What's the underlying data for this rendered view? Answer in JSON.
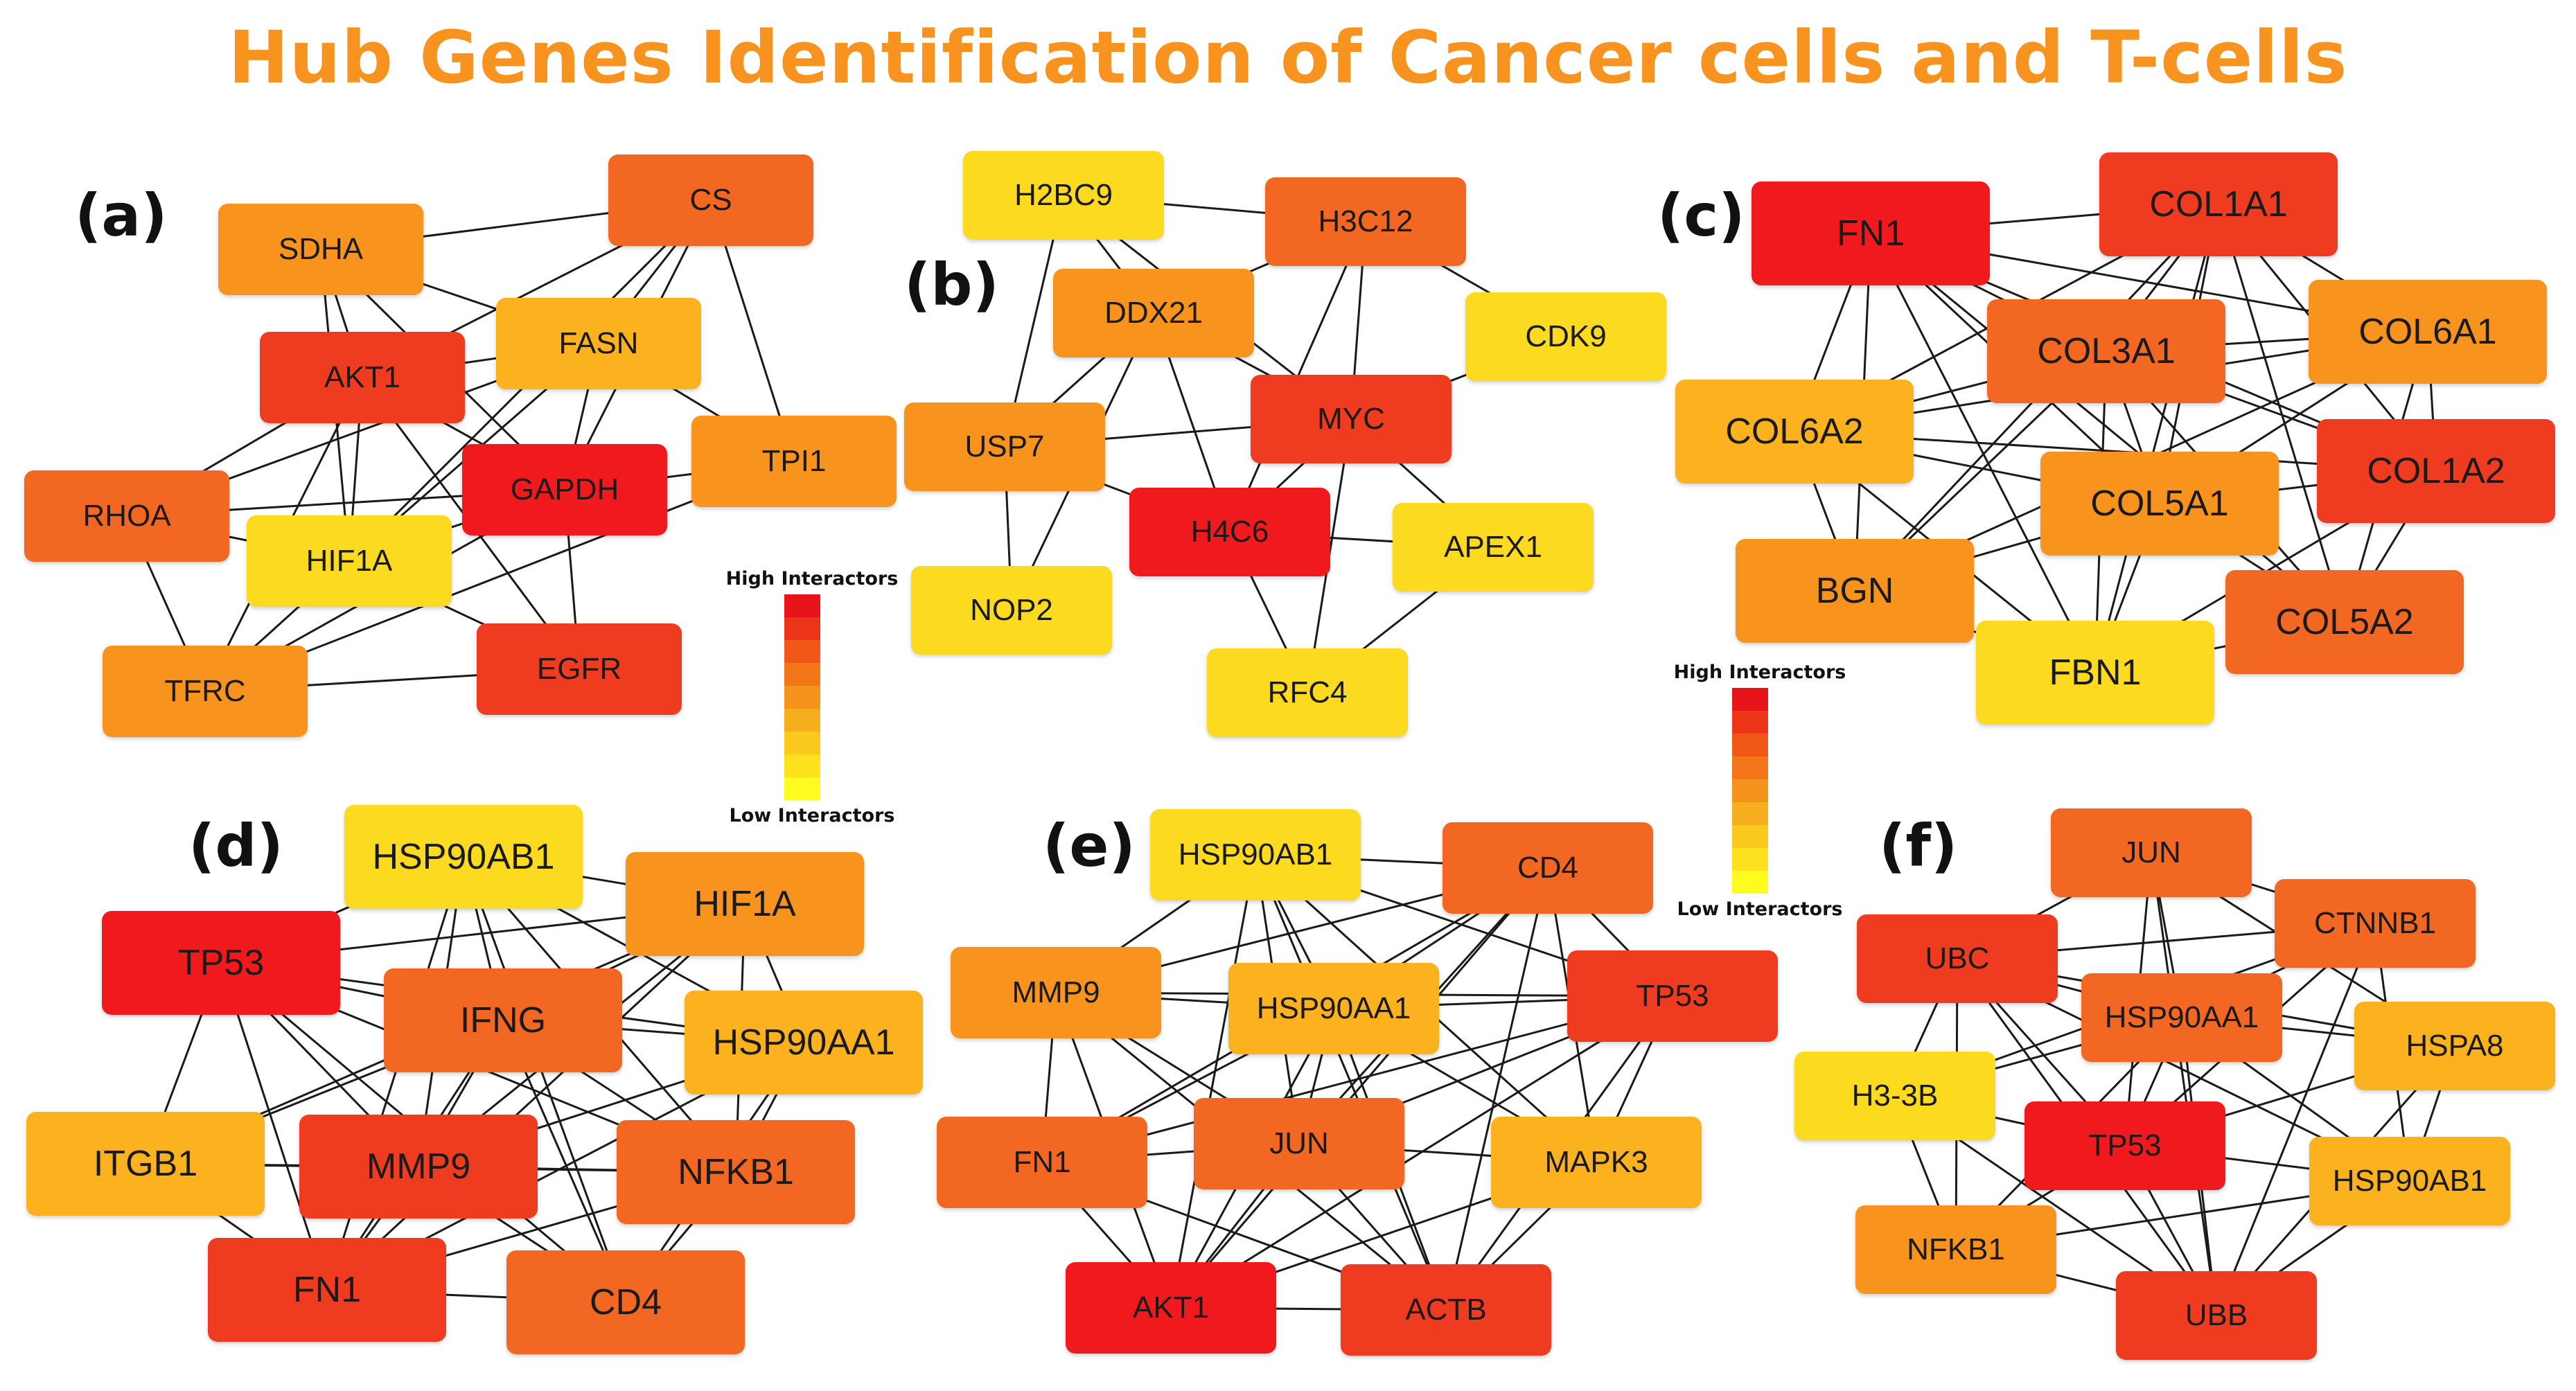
{
  "title": "Hub Genes Identification of Cancer cells and T-cells",
  "legend": {
    "high": "High Interactors",
    "low": "Low Interactors",
    "scale": [
      "#e8141b",
      "#ec3418",
      "#f15717",
      "#f37619",
      "#f5941c",
      "#f7ae1e",
      "#fbc81e",
      "#fde11f",
      "#fffb1f"
    ]
  },
  "colors": {
    "red": "#f01a1e",
    "redorange": "#ef3c20",
    "orange": "#f26722",
    "lightorange": "#f8931e",
    "amber": "#fbb21e",
    "yellow": "#fcda1f"
  },
  "panels": [
    {
      "label": "(a)",
      "nodes": [
        {
          "id": "CS",
          "label": "CS",
          "color": "orange"
        },
        {
          "id": "SDHA",
          "label": "SDHA",
          "color": "lightorange"
        },
        {
          "id": "FASN",
          "label": "FASN",
          "color": "amber"
        },
        {
          "id": "AKT1",
          "label": "AKT1",
          "color": "redorange"
        },
        {
          "id": "TPI1",
          "label": "TPI1",
          "color": "lightorange"
        },
        {
          "id": "GAPDH",
          "label": "GAPDH",
          "color": "red"
        },
        {
          "id": "RHOA",
          "label": "RHOA",
          "color": "orange"
        },
        {
          "id": "HIF1A",
          "label": "HIF1A",
          "color": "yellow"
        },
        {
          "id": "TFRC",
          "label": "TFRC",
          "color": "lightorange"
        },
        {
          "id": "EGFR",
          "label": "EGFR",
          "color": "redorange"
        }
      ],
      "edges": [
        [
          "CS",
          "SDHA"
        ],
        [
          "CS",
          "FASN"
        ],
        [
          "CS",
          "AKT1"
        ],
        [
          "CS",
          "TPI1"
        ],
        [
          "CS",
          "HIF1A"
        ],
        [
          "CS",
          "GAPDH"
        ],
        [
          "SDHA",
          "FASN"
        ],
        [
          "SDHA",
          "AKT1"
        ],
        [
          "SDHA",
          "GAPDH"
        ],
        [
          "SDHA",
          "HIF1A"
        ],
        [
          "FASN",
          "AKT1"
        ],
        [
          "FASN",
          "TPI1"
        ],
        [
          "FASN",
          "GAPDH"
        ],
        [
          "FASN",
          "HIF1A"
        ],
        [
          "FASN",
          "RHOA"
        ],
        [
          "AKT1",
          "GAPDH"
        ],
        [
          "AKT1",
          "RHOA"
        ],
        [
          "AKT1",
          "HIF1A"
        ],
        [
          "AKT1",
          "TFRC"
        ],
        [
          "AKT1",
          "EGFR"
        ],
        [
          "TPI1",
          "GAPDH"
        ],
        [
          "TPI1",
          "TFRC"
        ],
        [
          "GAPDH",
          "RHOA"
        ],
        [
          "GAPDH",
          "HIF1A"
        ],
        [
          "GAPDH",
          "EGFR"
        ],
        [
          "GAPDH",
          "TFRC"
        ],
        [
          "RHOA",
          "HIF1A"
        ],
        [
          "RHOA",
          "TFRC"
        ],
        [
          "HIF1A",
          "TFRC"
        ],
        [
          "HIF1A",
          "EGFR"
        ],
        [
          "TFRC",
          "EGFR"
        ]
      ]
    },
    {
      "label": "(b)",
      "nodes": [
        {
          "id": "H2BC9",
          "label": "H2BC9",
          "color": "yellow"
        },
        {
          "id": "H3C12",
          "label": "H3C12",
          "color": "orange"
        },
        {
          "id": "DDX21",
          "label": "DDX21",
          "color": "lightorange"
        },
        {
          "id": "CDK9",
          "label": "CDK9",
          "color": "yellow"
        },
        {
          "id": "USP7",
          "label": "USP7",
          "color": "lightorange"
        },
        {
          "id": "MYC",
          "label": "MYC",
          "color": "redorange"
        },
        {
          "id": "H4C6",
          "label": "H4C6",
          "color": "red"
        },
        {
          "id": "APEX1",
          "label": "APEX1",
          "color": "yellow"
        },
        {
          "id": "NOP2",
          "label": "NOP2",
          "color": "yellow"
        },
        {
          "id": "RFC4",
          "label": "RFC4",
          "color": "yellow"
        }
      ],
      "edges": [
        [
          "H2BC9",
          "H3C12"
        ],
        [
          "H2BC9",
          "DDX21"
        ],
        [
          "H2BC9",
          "USP7"
        ],
        [
          "H2BC9",
          "MYC"
        ],
        [
          "H3C12",
          "DDX21"
        ],
        [
          "H3C12",
          "MYC"
        ],
        [
          "H3C12",
          "H4C6"
        ],
        [
          "H3C12",
          "CDK9"
        ],
        [
          "DDX21",
          "USP7"
        ],
        [
          "DDX21",
          "MYC"
        ],
        [
          "DDX21",
          "H4C6"
        ],
        [
          "DDX21",
          "NOP2"
        ],
        [
          "CDK9",
          "MYC"
        ],
        [
          "USP7",
          "MYC"
        ],
        [
          "USP7",
          "H4C6"
        ],
        [
          "MYC",
          "H4C6"
        ],
        [
          "MYC",
          "APEX1"
        ],
        [
          "MYC",
          "RFC4"
        ],
        [
          "H4C6",
          "APEX1"
        ],
        [
          "H4C6",
          "RFC4"
        ],
        [
          "APEX1",
          "RFC4"
        ],
        [
          "NOP2",
          "USP7"
        ]
      ]
    },
    {
      "label": "(c)",
      "nodes": [
        {
          "id": "FN1",
          "label": "FN1",
          "color": "red"
        },
        {
          "id": "COL1A1",
          "label": "COL1A1",
          "color": "redorange"
        },
        {
          "id": "COL3A1",
          "label": "COL3A1",
          "color": "orange"
        },
        {
          "id": "COL6A1",
          "label": "COL6A1",
          "color": "lightorange"
        },
        {
          "id": "COL6A2",
          "label": "COL6A2",
          "color": "amber"
        },
        {
          "id": "COL1A2",
          "label": "COL1A2",
          "color": "redorange"
        },
        {
          "id": "COL5A1",
          "label": "COL5A1",
          "color": "lightorange"
        },
        {
          "id": "BGN",
          "label": "BGN",
          "color": "lightorange"
        },
        {
          "id": "COL5A2",
          "label": "COL5A2",
          "color": "orange"
        },
        {
          "id": "FBN1",
          "label": "FBN1",
          "color": "yellow"
        }
      ],
      "edges": [
        [
          "FN1",
          "COL1A1"
        ],
        [
          "FN1",
          "COL3A1"
        ],
        [
          "FN1",
          "COL6A1"
        ],
        [
          "FN1",
          "COL6A2"
        ],
        [
          "FN1",
          "COL1A2"
        ],
        [
          "FN1",
          "COL5A1"
        ],
        [
          "FN1",
          "BGN"
        ],
        [
          "FN1",
          "COL5A2"
        ],
        [
          "FN1",
          "FBN1"
        ],
        [
          "COL1A1",
          "COL3A1"
        ],
        [
          "COL1A1",
          "COL6A1"
        ],
        [
          "COL1A1",
          "COL6A2"
        ],
        [
          "COL1A1",
          "COL1A2"
        ],
        [
          "COL1A1",
          "COL5A1"
        ],
        [
          "COL1A1",
          "BGN"
        ],
        [
          "COL1A1",
          "COL5A2"
        ],
        [
          "COL1A1",
          "FBN1"
        ],
        [
          "COL3A1",
          "COL6A1"
        ],
        [
          "COL3A1",
          "COL6A2"
        ],
        [
          "COL3A1",
          "COL1A2"
        ],
        [
          "COL3A1",
          "COL5A1"
        ],
        [
          "COL3A1",
          "BGN"
        ],
        [
          "COL3A1",
          "COL5A2"
        ],
        [
          "COL3A1",
          "FBN1"
        ],
        [
          "COL6A1",
          "COL6A2"
        ],
        [
          "COL6A1",
          "COL1A2"
        ],
        [
          "COL6A1",
          "COL5A1"
        ],
        [
          "COL6A1",
          "BGN"
        ],
        [
          "COL6A1",
          "COL5A2"
        ],
        [
          "COL6A2",
          "COL1A2"
        ],
        [
          "COL6A2",
          "COL5A1"
        ],
        [
          "COL6A2",
          "BGN"
        ],
        [
          "COL6A2",
          "FBN1"
        ],
        [
          "COL1A2",
          "COL5A1"
        ],
        [
          "COL1A2",
          "COL5A2"
        ],
        [
          "COL1A2",
          "FBN1"
        ],
        [
          "COL5A1",
          "BGN"
        ],
        [
          "COL5A1",
          "COL5A2"
        ],
        [
          "COL5A1",
          "FBN1"
        ],
        [
          "BGN",
          "FBN1"
        ],
        [
          "COL5A2",
          "FBN1"
        ]
      ]
    },
    {
      "label": "(d)",
      "nodes": [
        {
          "id": "HSP90AB1",
          "label": "HSP90AB1",
          "color": "yellow"
        },
        {
          "id": "HIF1A",
          "label": "HIF1A",
          "color": "lightorange"
        },
        {
          "id": "TP53",
          "label": "TP53",
          "color": "red"
        },
        {
          "id": "IFNG",
          "label": "IFNG",
          "color": "orange"
        },
        {
          "id": "HSP90AA1",
          "label": "HSP90AA1",
          "color": "amber"
        },
        {
          "id": "ITGB1",
          "label": "ITGB1",
          "color": "amber"
        },
        {
          "id": "MMP9",
          "label": "MMP9",
          "color": "redorange"
        },
        {
          "id": "NFKB1",
          "label": "NFKB1",
          "color": "orange"
        },
        {
          "id": "FN1",
          "label": "FN1",
          "color": "redorange"
        },
        {
          "id": "CD4",
          "label": "CD4",
          "color": "orange"
        }
      ],
      "edges": [
        [
          "HSP90AB1",
          "HIF1A"
        ],
        [
          "HSP90AB1",
          "TP53"
        ],
        [
          "HSP90AB1",
          "IFNG"
        ],
        [
          "HSP90AB1",
          "HSP90AA1"
        ],
        [
          "HSP90AB1",
          "MMP9"
        ],
        [
          "HSP90AB1",
          "NFKB1"
        ],
        [
          "HSP90AB1",
          "FN1"
        ],
        [
          "HSP90AB1",
          "CD4"
        ],
        [
          "HIF1A",
          "TP53"
        ],
        [
          "HIF1A",
          "IFNG"
        ],
        [
          "HIF1A",
          "HSP90AA1"
        ],
        [
          "HIF1A",
          "MMP9"
        ],
        [
          "HIF1A",
          "NFKB1"
        ],
        [
          "HIF1A",
          "FN1"
        ],
        [
          "HIF1A",
          "ITGB1"
        ],
        [
          "TP53",
          "IFNG"
        ],
        [
          "TP53",
          "HSP90AA1"
        ],
        [
          "TP53",
          "ITGB1"
        ],
        [
          "TP53",
          "MMP9"
        ],
        [
          "TP53",
          "NFKB1"
        ],
        [
          "TP53",
          "FN1"
        ],
        [
          "TP53",
          "CD4"
        ],
        [
          "IFNG",
          "HSP90AA1"
        ],
        [
          "IFNG",
          "ITGB1"
        ],
        [
          "IFNG",
          "MMP9"
        ],
        [
          "IFNG",
          "NFKB1"
        ],
        [
          "IFNG",
          "FN1"
        ],
        [
          "IFNG",
          "CD4"
        ],
        [
          "HSP90AA1",
          "MMP9"
        ],
        [
          "HSP90AA1",
          "NFKB1"
        ],
        [
          "HSP90AA1",
          "FN1"
        ],
        [
          "HSP90AA1",
          "CD4"
        ],
        [
          "ITGB1",
          "MMP9"
        ],
        [
          "ITGB1",
          "FN1"
        ],
        [
          "ITGB1",
          "NFKB1"
        ],
        [
          "MMP9",
          "NFKB1"
        ],
        [
          "MMP9",
          "FN1"
        ],
        [
          "MMP9",
          "CD4"
        ],
        [
          "NFKB1",
          "FN1"
        ],
        [
          "NFKB1",
          "CD4"
        ],
        [
          "FN1",
          "CD4"
        ]
      ]
    },
    {
      "label": "(e)",
      "nodes": [
        {
          "id": "HSP90AB1",
          "label": "HSP90AB1",
          "color": "yellow"
        },
        {
          "id": "CD4",
          "label": "CD4",
          "color": "orange"
        },
        {
          "id": "MMP9",
          "label": "MMP9",
          "color": "lightorange"
        },
        {
          "id": "HSP90AA1",
          "label": "HSP90AA1",
          "color": "amber"
        },
        {
          "id": "TP53",
          "label": "TP53",
          "color": "redorange"
        },
        {
          "id": "FN1",
          "label": "FN1",
          "color": "orange"
        },
        {
          "id": "JUN",
          "label": "JUN",
          "color": "orange"
        },
        {
          "id": "MAPK3",
          "label": "MAPK3",
          "color": "amber"
        },
        {
          "id": "AKT1",
          "label": "AKT1",
          "color": "red"
        },
        {
          "id": "ACTB",
          "label": "ACTB",
          "color": "redorange"
        }
      ],
      "edges": [
        [
          "HSP90AB1",
          "CD4"
        ],
        [
          "HSP90AB1",
          "MMP9"
        ],
        [
          "HSP90AB1",
          "HSP90AA1"
        ],
        [
          "HSP90AB1",
          "TP53"
        ],
        [
          "HSP90AB1",
          "JUN"
        ],
        [
          "HSP90AB1",
          "AKT1"
        ],
        [
          "HSP90AB1",
          "ACTB"
        ],
        [
          "HSP90AB1",
          "MAPK3"
        ],
        [
          "CD4",
          "MMP9"
        ],
        [
          "CD4",
          "HSP90AA1"
        ],
        [
          "CD4",
          "TP53"
        ],
        [
          "CD4",
          "FN1"
        ],
        [
          "CD4",
          "JUN"
        ],
        [
          "CD4",
          "MAPK3"
        ],
        [
          "CD4",
          "AKT1"
        ],
        [
          "CD4",
          "ACTB"
        ],
        [
          "MMP9",
          "HSP90AA1"
        ],
        [
          "MMP9",
          "TP53"
        ],
        [
          "MMP9",
          "FN1"
        ],
        [
          "MMP9",
          "JUN"
        ],
        [
          "MMP9",
          "AKT1"
        ],
        [
          "MMP9",
          "ACTB"
        ],
        [
          "HSP90AA1",
          "TP53"
        ],
        [
          "HSP90AA1",
          "FN1"
        ],
        [
          "HSP90AA1",
          "JUN"
        ],
        [
          "HSP90AA1",
          "MAPK3"
        ],
        [
          "HSP90AA1",
          "AKT1"
        ],
        [
          "HSP90AA1",
          "ACTB"
        ],
        [
          "TP53",
          "FN1"
        ],
        [
          "TP53",
          "JUN"
        ],
        [
          "TP53",
          "MAPK3"
        ],
        [
          "TP53",
          "AKT1"
        ],
        [
          "TP53",
          "ACTB"
        ],
        [
          "FN1",
          "JUN"
        ],
        [
          "FN1",
          "AKT1"
        ],
        [
          "FN1",
          "ACTB"
        ],
        [
          "JUN",
          "MAPK3"
        ],
        [
          "JUN",
          "AKT1"
        ],
        [
          "JUN",
          "ACTB"
        ],
        [
          "MAPK3",
          "AKT1"
        ],
        [
          "MAPK3",
          "ACTB"
        ],
        [
          "AKT1",
          "ACTB"
        ]
      ]
    },
    {
      "label": "(f)",
      "nodes": [
        {
          "id": "JUN",
          "label": "JUN",
          "color": "orange"
        },
        {
          "id": "CTNNB1",
          "label": "CTNNB1",
          "color": "orange"
        },
        {
          "id": "UBC",
          "label": "UBC",
          "color": "redorange"
        },
        {
          "id": "HSP90AA1",
          "label": "HSP90AA1",
          "color": "orange"
        },
        {
          "id": "HSPA8",
          "label": "HSPA8",
          "color": "amber"
        },
        {
          "id": "H3-3B",
          "label": "H3-3B",
          "color": "yellow"
        },
        {
          "id": "TP53",
          "label": "TP53",
          "color": "red"
        },
        {
          "id": "HSP90AB1",
          "label": "HSP90AB1",
          "color": "amber"
        },
        {
          "id": "NFKB1",
          "label": "NFKB1",
          "color": "lightorange"
        },
        {
          "id": "UBB",
          "label": "UBB",
          "color": "redorange"
        }
      ],
      "edges": [
        [
          "JUN",
          "CTNNB1"
        ],
        [
          "JUN",
          "UBC"
        ],
        [
          "JUN",
          "HSP90AA1"
        ],
        [
          "JUN",
          "TP53"
        ],
        [
          "JUN",
          "UBB"
        ],
        [
          "JUN",
          "HSPA8"
        ],
        [
          "CTNNB1",
          "UBC"
        ],
        [
          "CTNNB1",
          "HSP90AA1"
        ],
        [
          "CTNNB1",
          "TP53"
        ],
        [
          "CTNNB1",
          "H3-3B"
        ],
        [
          "CTNNB1",
          "UBB"
        ],
        [
          "CTNNB1",
          "HSP90AB1"
        ],
        [
          "UBC",
          "HSP90AA1"
        ],
        [
          "UBC",
          "HSPA8"
        ],
        [
          "UBC",
          "H3-3B"
        ],
        [
          "UBC",
          "TP53"
        ],
        [
          "UBC",
          "HSP90AB1"
        ],
        [
          "UBC",
          "NFKB1"
        ],
        [
          "UBC",
          "UBB"
        ],
        [
          "HSP90AA1",
          "HSPA8"
        ],
        [
          "HSP90AA1",
          "H3-3B"
        ],
        [
          "HSP90AA1",
          "TP53"
        ],
        [
          "HSP90AA1",
          "HSP90AB1"
        ],
        [
          "HSP90AA1",
          "NFKB1"
        ],
        [
          "HSP90AA1",
          "UBB"
        ],
        [
          "HSPA8",
          "TP53"
        ],
        [
          "HSPA8",
          "HSP90AB1"
        ],
        [
          "HSPA8",
          "UBB"
        ],
        [
          "H3-3B",
          "TP53"
        ],
        [
          "H3-3B",
          "NFKB1"
        ],
        [
          "H3-3B",
          "UBB"
        ],
        [
          "TP53",
          "HSP90AB1"
        ],
        [
          "TP53",
          "NFKB1"
        ],
        [
          "TP53",
          "UBB"
        ],
        [
          "HSP90AB1",
          "NFKB1"
        ],
        [
          "HSP90AB1",
          "UBB"
        ],
        [
          "NFKB1",
          "UBB"
        ]
      ]
    }
  ]
}
